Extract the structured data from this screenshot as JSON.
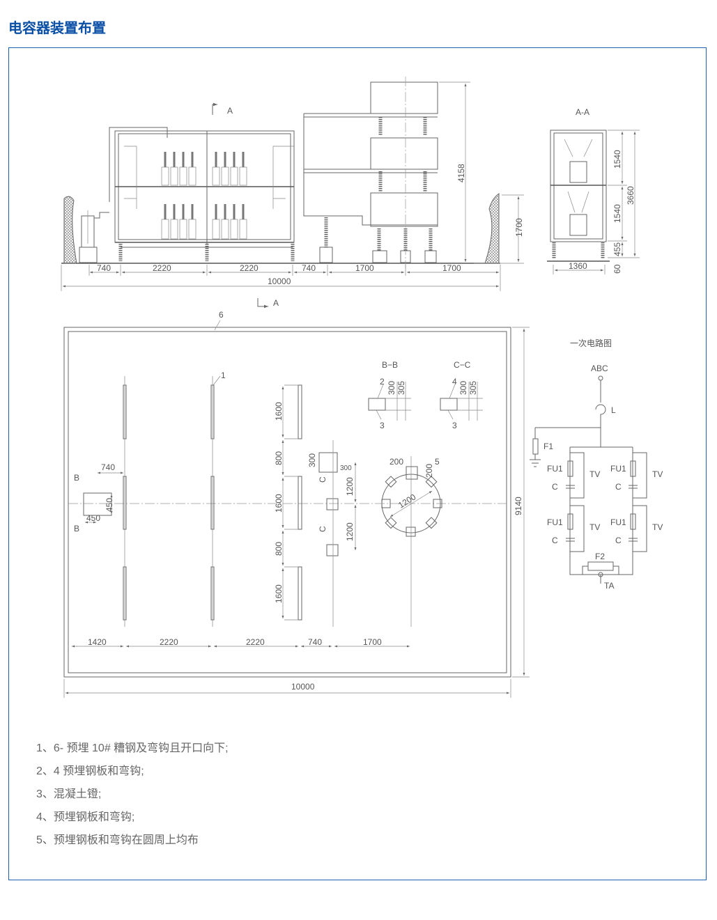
{
  "page_title": "电容器装置布置",
  "elevation": {
    "section_mark": "A",
    "dims_bottom": [
      "740",
      "2220",
      "2220",
      "740",
      "1700",
      "1700"
    ],
    "total": "10000",
    "height_total": "4158",
    "height_wall": "1700"
  },
  "section_aa": {
    "title": "A-A",
    "dims": [
      "1540",
      "1540",
      "3660",
      "455",
      "60",
      "1360"
    ]
  },
  "plan": {
    "label_6": "6",
    "label_1": "1",
    "dims_vertical": [
      "1600",
      "800",
      "1600",
      "800",
      "1600"
    ],
    "dim_740": "740",
    "dim_450a": "450",
    "dim_450b": "450",
    "mark_b": "B",
    "dim_300a": "300",
    "dim_300b": "300",
    "dim_1200a": "1200",
    "dim_1200b": "1200",
    "mark_c": "C",
    "dim_200a": "200",
    "dim_200b": "200",
    "dim_1200r": "1200",
    "label_5": "5",
    "dims_bottom": [
      "1420",
      "2220",
      "2220",
      "740",
      "1700"
    ],
    "total": "10000",
    "depth": "9140"
  },
  "section_bb": {
    "title": "B−B",
    "top_label": "2",
    "bottom_label": "3",
    "dims": [
      "300",
      "305"
    ]
  },
  "section_cc": {
    "title": "C−C",
    "top_label": "4",
    "bottom_label": "3",
    "dims": [
      "300",
      "305"
    ]
  },
  "circuit": {
    "title": "一次电路图",
    "input": "ABC",
    "reactor": "L",
    "arrester1": "F1",
    "fuse": "FU1",
    "tv": "TV",
    "cap": "C",
    "arrester2": "F2",
    "ct": "TA"
  },
  "notes": [
    "1、6- 预埋 10# 糟钢及弯钩且开口向下;",
    "2、4 预埋钢板和弯钩;",
    "3、混凝土镫;",
    "4、预埋钢板和弯钩;",
    "5、预埋钢板和弯钩在圆周上均布"
  ],
  "colors": {
    "title": "#0a4fa6",
    "border": "#1f5fb0",
    "line": "#666666"
  }
}
